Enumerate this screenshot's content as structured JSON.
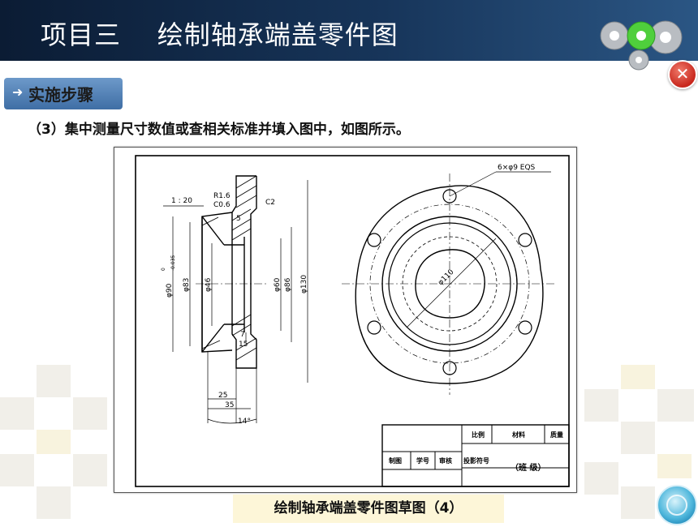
{
  "header": {
    "title": "项目三    绘制轴承端盖零件图"
  },
  "step": {
    "label": "实施步骤",
    "arrow": "➜"
  },
  "instruction": "（3）集中测量尺寸数值或查相关标准并填入图中，如图所示。",
  "drawing": {
    "hole_note": "6×φ9 EQS",
    "slope": "1 : 20",
    "radius": "R1.6",
    "chamfer_small": "C0.6",
    "chamfer": "C2",
    "dim_5": "5",
    "dim_phi90": "φ90",
    "dim_phi90_tol_upper": "0",
    "dim_phi90_tol_lower": "-0.035",
    "dim_phi83": "φ83",
    "dim_phi46": "φ46",
    "dim_phi60": "φ60",
    "dim_phi86": "φ86",
    "dim_phi130": "φ130",
    "dim_phi110": "φ110",
    "dim_7": "7",
    "dim_15": "15",
    "dim_25": "25",
    "dim_35": "35",
    "dim_14deg": "14°",
    "title_block": {
      "scale": "比例",
      "material": "材料",
      "mass": "质量",
      "drawn": "制图",
      "student_no": "学号",
      "checked": "审核",
      "projection": "投影符号",
      "class": "（班  级）"
    }
  },
  "caption": "绘制轴承端盖零件图草图（4）",
  "close_icon": "close-icon",
  "colors": {
    "header": "#17355a",
    "badge": "#4f7fb5",
    "close": "#d2322b",
    "caption_bg": "#fdf6d8"
  }
}
